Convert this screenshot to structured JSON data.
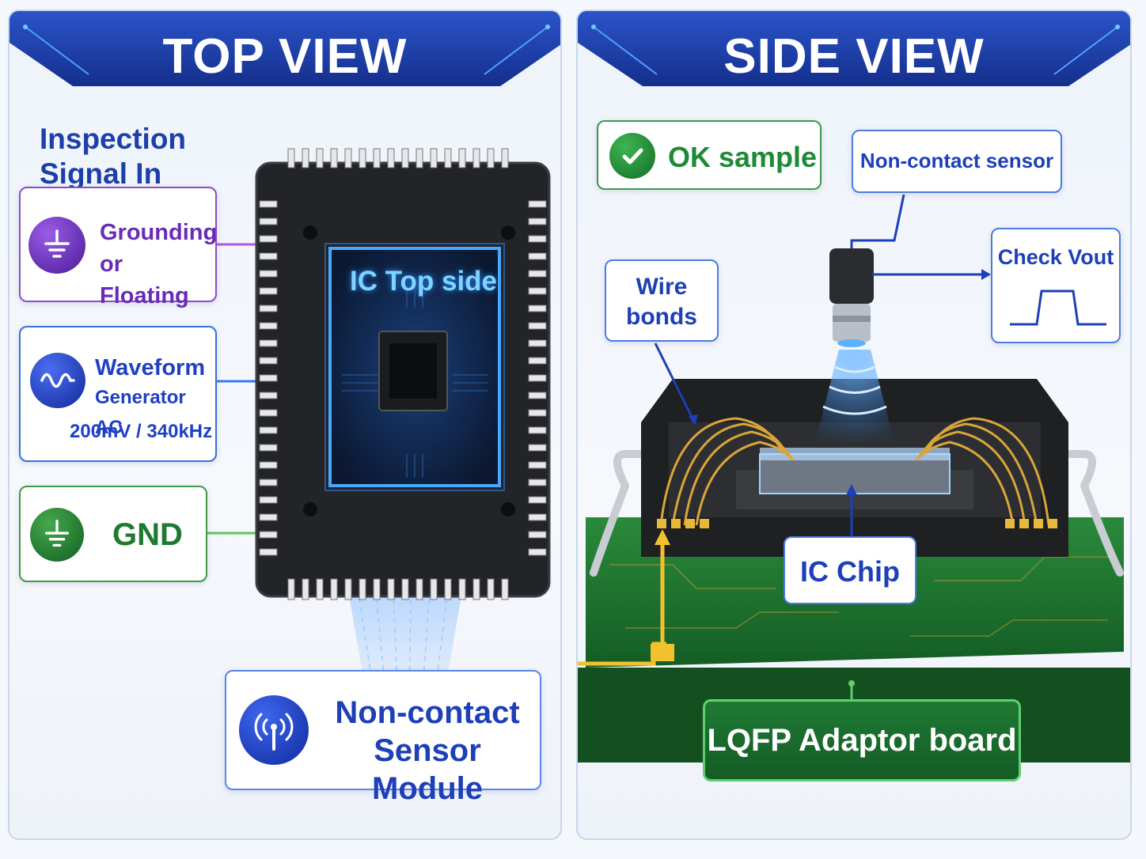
{
  "top_view": {
    "title": "TOP VIEW",
    "section_title_line1": "Inspection",
    "section_title_line2": "Signal In",
    "grounding": {
      "line1": "Grounding",
      "line2": "or Floating",
      "icon": "ground-icon",
      "color": "#6a2bb5"
    },
    "waveform": {
      "line1": "Waveform",
      "line2": "Generator AC",
      "line3": "200mV / 340kHz",
      "icon": "sine-wave-icon",
      "color": "#1f3fc4"
    },
    "gnd": {
      "label": "GND",
      "icon": "ground-icon",
      "color": "#1f7a30"
    },
    "ic_label": "IC Top side",
    "sensor_module": {
      "line1": "Non-contact",
      "line2": "Sensor Module",
      "icon": "antenna-signal-icon",
      "color": "#1d3fb8"
    }
  },
  "side_view": {
    "title": "SIDE VIEW",
    "ok_sample": {
      "label": "OK sample",
      "icon": "check-icon",
      "color": "#1d8a36"
    },
    "non_contact_sensor": "Non-contact sensor",
    "check_vout": "Check Vout",
    "wire_bonds_line1": "Wire",
    "wire_bonds_line2": "bonds",
    "ic_chip": "IC Chip",
    "board": "LQFP Adaptor board"
  },
  "colors": {
    "banner": "#1a3a9e",
    "accent_blue": "#1d3fb8",
    "glow": "#2f8cff",
    "pcb_green": "#1d6a2c"
  }
}
